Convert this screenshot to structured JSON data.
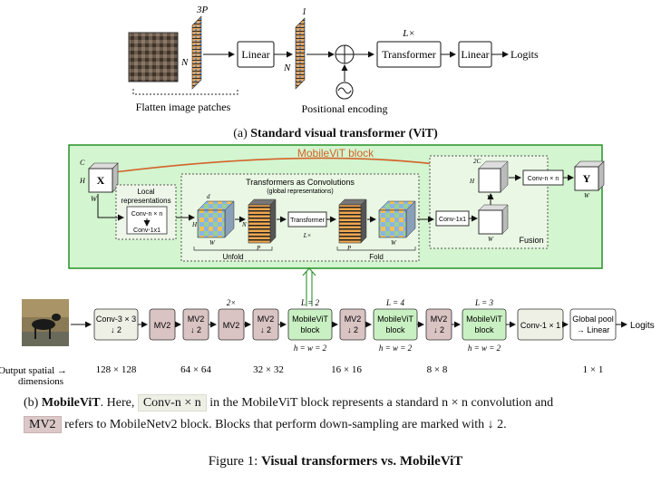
{
  "vit": {
    "flatten_label": "Flatten image patches",
    "three_p": "3P",
    "n": "N",
    "one": "1",
    "linear": "Linear",
    "lx": "L×",
    "transformer": "Transformer",
    "linear2": "Linear",
    "logits": "Logits",
    "pos_enc": "Positional encoding",
    "caption_prefix": "(a) ",
    "caption_bold": "Standard visual transformer (ViT)"
  },
  "block": {
    "title": "MobileViT block",
    "local_title": "Local",
    "local_title2": "representations",
    "conv_nxn": "Conv-n × n",
    "conv_1x1": "Conv-1x1",
    "global_title": "Transformers as Convolutions",
    "global_sub": "(global representations)",
    "unfold": "Unfold",
    "fold": "Fold",
    "transformer": "Transformer",
    "lx": "L×",
    "fusion": "Fusion",
    "conv_1x1_b": "Conv-1x1",
    "conv_nxn_b": "Conv-n × n",
    "x": "X",
    "y": "Y",
    "c": "C",
    "h": "H",
    "w": "W",
    "d": "d",
    "p": "P",
    "n": "N",
    "two_c": "2C"
  },
  "pipeline": {
    "blocks": [
      {
        "label": "Conv-3 × 3",
        "sub": "↓ 2",
        "top": "",
        "bottom": ""
      },
      {
        "label": "MV2",
        "sub": "",
        "top": "",
        "bottom": ""
      },
      {
        "label": "MV2",
        "sub": "↓ 2",
        "top": "",
        "bottom": ""
      },
      {
        "label": "MV2",
        "sub": "",
        "top": "2×",
        "bottom": ""
      },
      {
        "label": "MV2",
        "sub": "↓ 2",
        "top": "",
        "bottom": ""
      },
      {
        "label": "MobileViT",
        "sub": "block",
        "top": "L = 2",
        "bottom": "h = w = 2"
      },
      {
        "label": "MV2",
        "sub": "↓ 2",
        "top": "",
        "bottom": ""
      },
      {
        "label": "MobileViT",
        "sub": "block",
        "top": "L = 4",
        "bottom": "h = w = 2"
      },
      {
        "label": "MV2",
        "sub": "↓ 2",
        "top": "",
        "bottom": ""
      },
      {
        "label": "MobileViT",
        "sub": "block",
        "top": "L = 3",
        "bottom": "h = w = 2"
      },
      {
        "label": "Conv-1 × 1",
        "sub": "",
        "top": "",
        "bottom": ""
      },
      {
        "label": "Global pool",
        "sub": "→ Linear",
        "top": "",
        "bottom": ""
      }
    ],
    "logits": "Logits",
    "output_label": "Output spatial →",
    "output_label2": "dimensions",
    "dims": [
      "128 × 128",
      "64 × 64",
      "32 × 32",
      "16 × 16",
      "8 × 8",
      "1 × 1"
    ]
  },
  "caption_b": {
    "prefix": "(b) ",
    "bold": "MobileViT",
    "t1": ". Here, ",
    "hl1": "Conv-n × n",
    "t2": " in the MobileViT block represents a standard n × n convolution and",
    "hl2": "MV2",
    "t3": " refers to MobileNetv2 block. Blocks that perform down-sampling are marked with ↓ 2."
  },
  "figure": {
    "prefix": "Figure 1: ",
    "bold": "Visual transformers vs. MobileViT"
  },
  "colors": {
    "block_bg": "#d3f5cf",
    "block_border": "#1a8a1a",
    "mv2": "#d9c3c3",
    "mvit": "#c9f0c2",
    "conv": "#eef0e6",
    "arrow_orange": "#d4622a"
  }
}
